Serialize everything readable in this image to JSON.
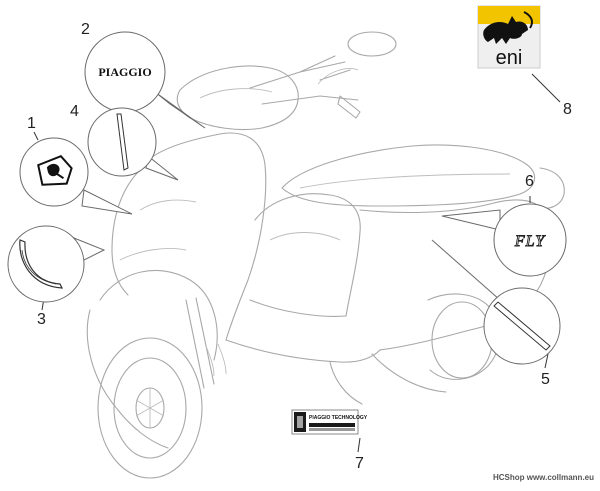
{
  "diagram": {
    "callouts": [
      {
        "number": "1"
      },
      {
        "number": "2"
      },
      {
        "number": "3"
      },
      {
        "number": "4"
      },
      {
        "number": "5"
      },
      {
        "number": "6"
      },
      {
        "number": "7"
      },
      {
        "number": "8"
      }
    ],
    "decals": {
      "piaggio_logo_text": "PIAGGIO",
      "fly_text": "FLY",
      "eni_text": "eni",
      "technology_text": "PIAGGIO TECHNOLOGY"
    },
    "watermark": "HCShop www.collmann.eu"
  },
  "colors": {
    "line_art": "#a8a8a8",
    "leader": "#333333",
    "eni_yellow": "#f2c400",
    "decal_dark": "#1a1a1a"
  }
}
